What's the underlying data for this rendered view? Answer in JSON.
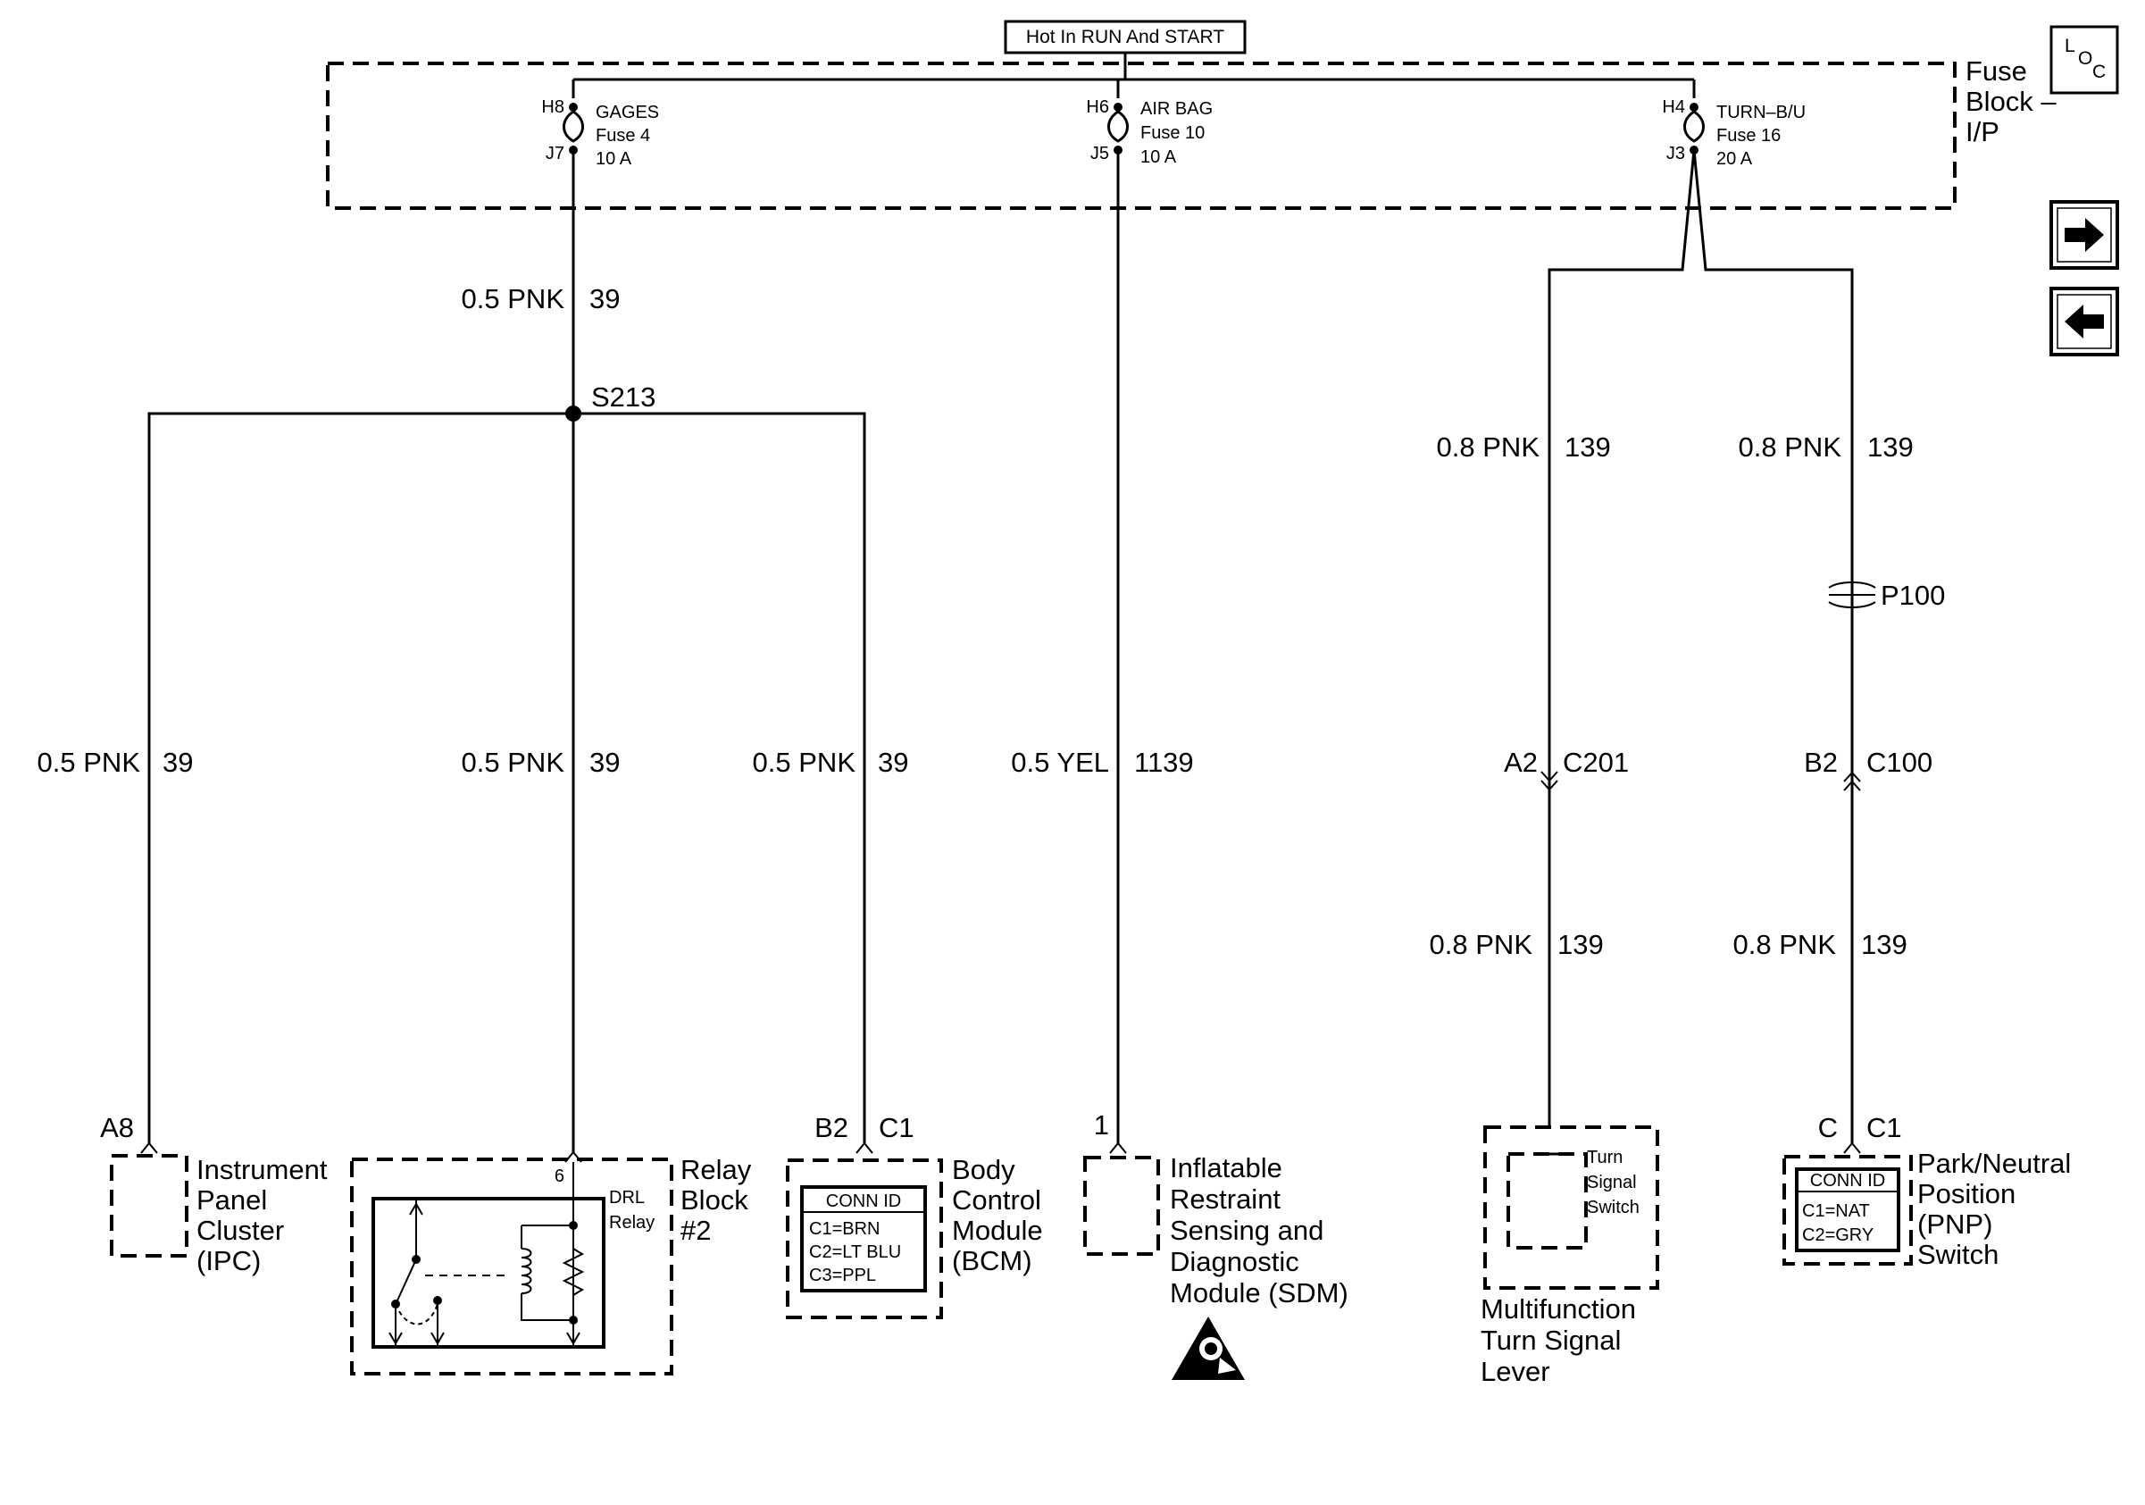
{
  "header": {
    "power_label": "Hot In RUN And START"
  },
  "fuse_block": {
    "name_lines": [
      "Fuse",
      "Block –",
      "I/P"
    ],
    "fuses": [
      {
        "in_pin": "H8",
        "out_pin": "J7",
        "name": "GAGES",
        "fuse": "Fuse 4",
        "rating": "10 A"
      },
      {
        "in_pin": "H6",
        "out_pin": "J5",
        "name": "AIR BAG",
        "fuse": "Fuse 10",
        "rating": "10 A"
      },
      {
        "in_pin": "H4",
        "out_pin": "J3",
        "name": "TURN–B/U",
        "fuse": "Fuse 16",
        "rating": "20 A"
      }
    ]
  },
  "nav": {
    "loc_l": "L",
    "loc_o": "O",
    "loc_c": "C",
    "next_icon": "arrow-right-icon",
    "prev_icon": "arrow-left-icon"
  },
  "splice": "S213",
  "wires": {
    "gages_main": {
      "gauge": "0.5 PNK",
      "circuit": "39"
    },
    "ipc": {
      "gauge": "0.5 PNK",
      "circuit": "39"
    },
    "relay": {
      "gauge": "0.5 PNK",
      "circuit": "39"
    },
    "bcm": {
      "gauge": "0.5 PNK",
      "circuit": "39"
    },
    "sdm": {
      "gauge": "0.5 YEL",
      "circuit": "1139"
    },
    "turn_upper": {
      "gauge": "0.8 PNK",
      "circuit": "139"
    },
    "turn_lower": {
      "gauge": "0.8 PNK",
      "circuit": "139"
    },
    "pnp_upper": {
      "gauge": "0.8 PNK",
      "circuit": "139"
    },
    "pnp_lower": {
      "gauge": "0.8 PNK",
      "circuit": "139"
    }
  },
  "connectors": {
    "p100": "P100",
    "c201_pin": "A2",
    "c201": "C201",
    "c100_pin": "B2",
    "c100": "C100"
  },
  "components": {
    "ipc": {
      "pin": "A8",
      "name_lines": [
        "Instrument",
        "Panel",
        "Cluster",
        "(IPC)"
      ]
    },
    "relay_block": {
      "pin": "6",
      "relay_lines": [
        "DRL",
        "Relay"
      ],
      "name_lines": [
        "Relay",
        "Block",
        "#2"
      ]
    },
    "bcm": {
      "pin": "B2",
      "conn": "C1",
      "conn_id_title": "CONN ID",
      "conn_id_lines": [
        "C1=BRN",
        "C2=LT BLU",
        "C3=PPL"
      ],
      "name_lines": [
        "Body",
        "Control",
        "Module",
        "(BCM)"
      ]
    },
    "sdm": {
      "pin": "1",
      "name_lines": [
        "Inflatable",
        "Restraint",
        "Sensing and",
        "Diagnostic",
        "Module (SDM)"
      ]
    },
    "turn_switch": {
      "switch_lines": [
        "Turn",
        "Signal",
        "Switch"
      ],
      "name_lines": [
        "Multifunction",
        "Turn Signal",
        "Lever"
      ]
    },
    "pnp": {
      "pin": "C",
      "conn": "C1",
      "conn_id_title": "CONN ID",
      "conn_id_lines": [
        "C1=NAT",
        "C2=GRY"
      ],
      "name_lines": [
        "Park/Neutral",
        "Position",
        "(PNP)",
        "Switch"
      ]
    }
  }
}
